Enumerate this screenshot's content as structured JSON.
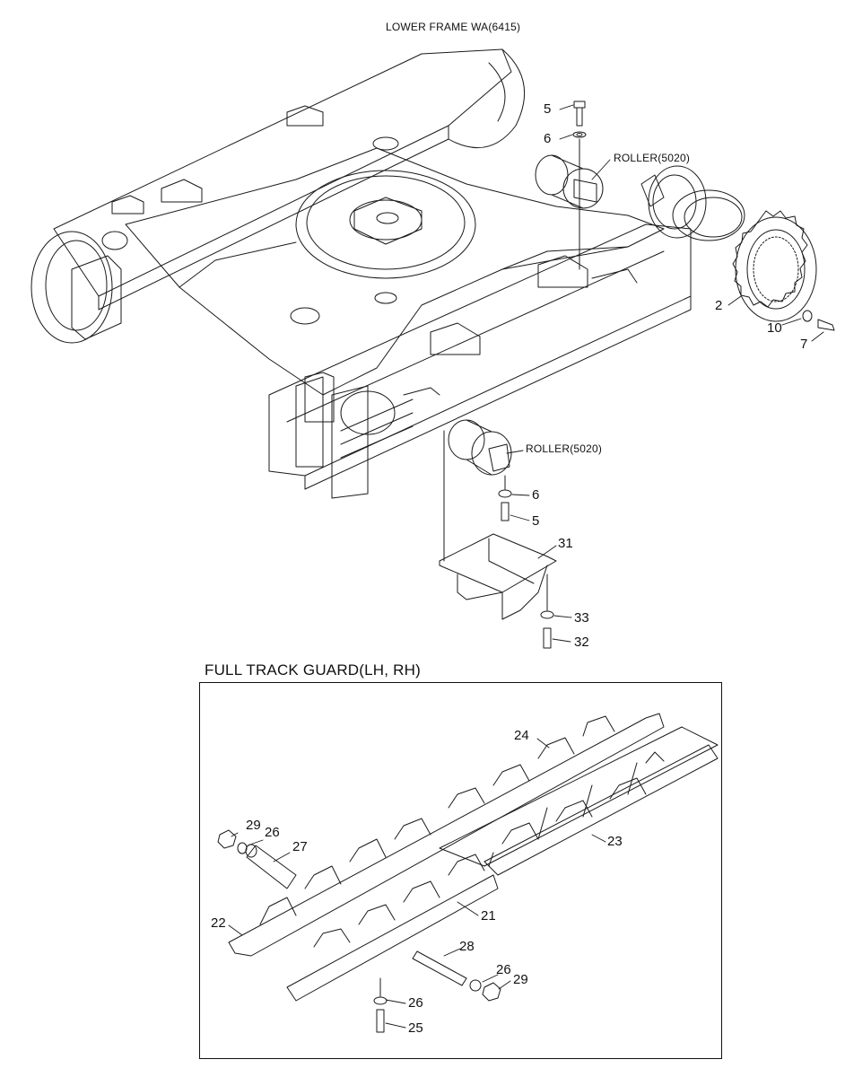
{
  "titles": {
    "lower_frame": "LOWER FRAME WA(6415)",
    "track_guard": "FULL TRACK GUARD(LH, RH)"
  },
  "callouts": {
    "roller_upper": "ROLLER(5020)",
    "roller_lower": "ROLLER(5020)",
    "p5_top": "5",
    "p6_top": "6",
    "p2": "2",
    "p10": "10",
    "p7": "7",
    "p6_low": "6",
    "p5_low": "5",
    "p31": "31",
    "p33": "33",
    "p32": "32",
    "p24": "24",
    "p29_l": "29",
    "p26_l": "26",
    "p27": "27",
    "p23": "23",
    "p22": "22",
    "p21": "21",
    "p28": "28",
    "p26_r": "26",
    "p29_r": "29",
    "p26_b": "26",
    "p25": "25"
  }
}
